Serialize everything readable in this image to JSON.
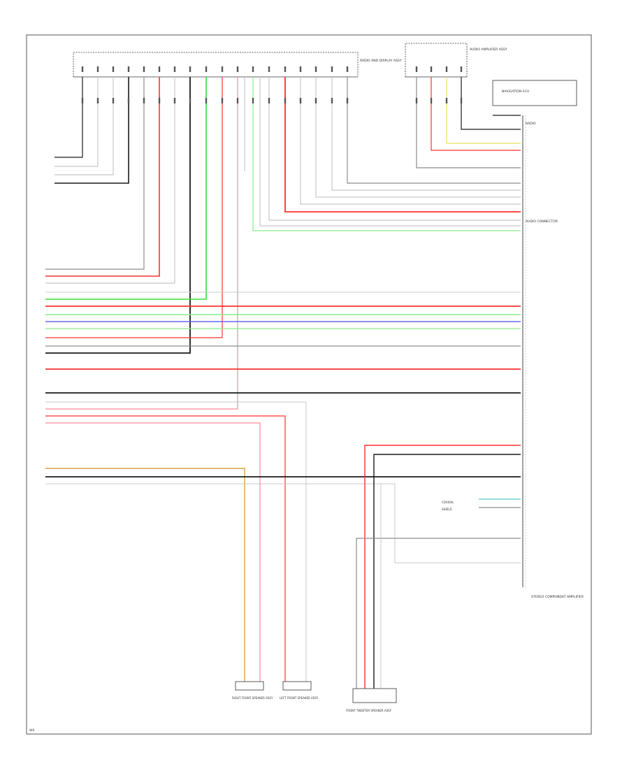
{
  "diagram": {
    "footer_code": "W0",
    "wire_colors": {
      "black": "#1a1a1a",
      "gray": "#8c8c8c",
      "red": "#ff3030",
      "pink": "#ff8a9a",
      "green": "#33dd33",
      "light_green": "#88ee88",
      "blue": "#6666ff",
      "yellow": "#e8e060",
      "orange": "#e0a040",
      "light_gray": "#c8c8c8",
      "cyan": "#55cccc"
    },
    "labels": {
      "top_left_connector": "RADIO AND DISPLAY ASSY",
      "top_right_connector": "AUDIO AMPLIFIER ASSY",
      "right_small_box": "NAVIGATION ECU",
      "right_block": "AUDIO CONNECTOR",
      "right_block_title": "RADIO",
      "bottom_right_caption": "STEREO COMPONENT AMPLIFIER",
      "side_label_a": "COAXIAL",
      "side_label_b": "SHIELD",
      "speaker_1": "RIGHT FRONT SPEAKER ASSY",
      "speaker_2": "LEFT FRONT SPEAKER ASSY",
      "speaker_3": "FRONT TWEETER SPEAKER ASSY"
    }
  }
}
